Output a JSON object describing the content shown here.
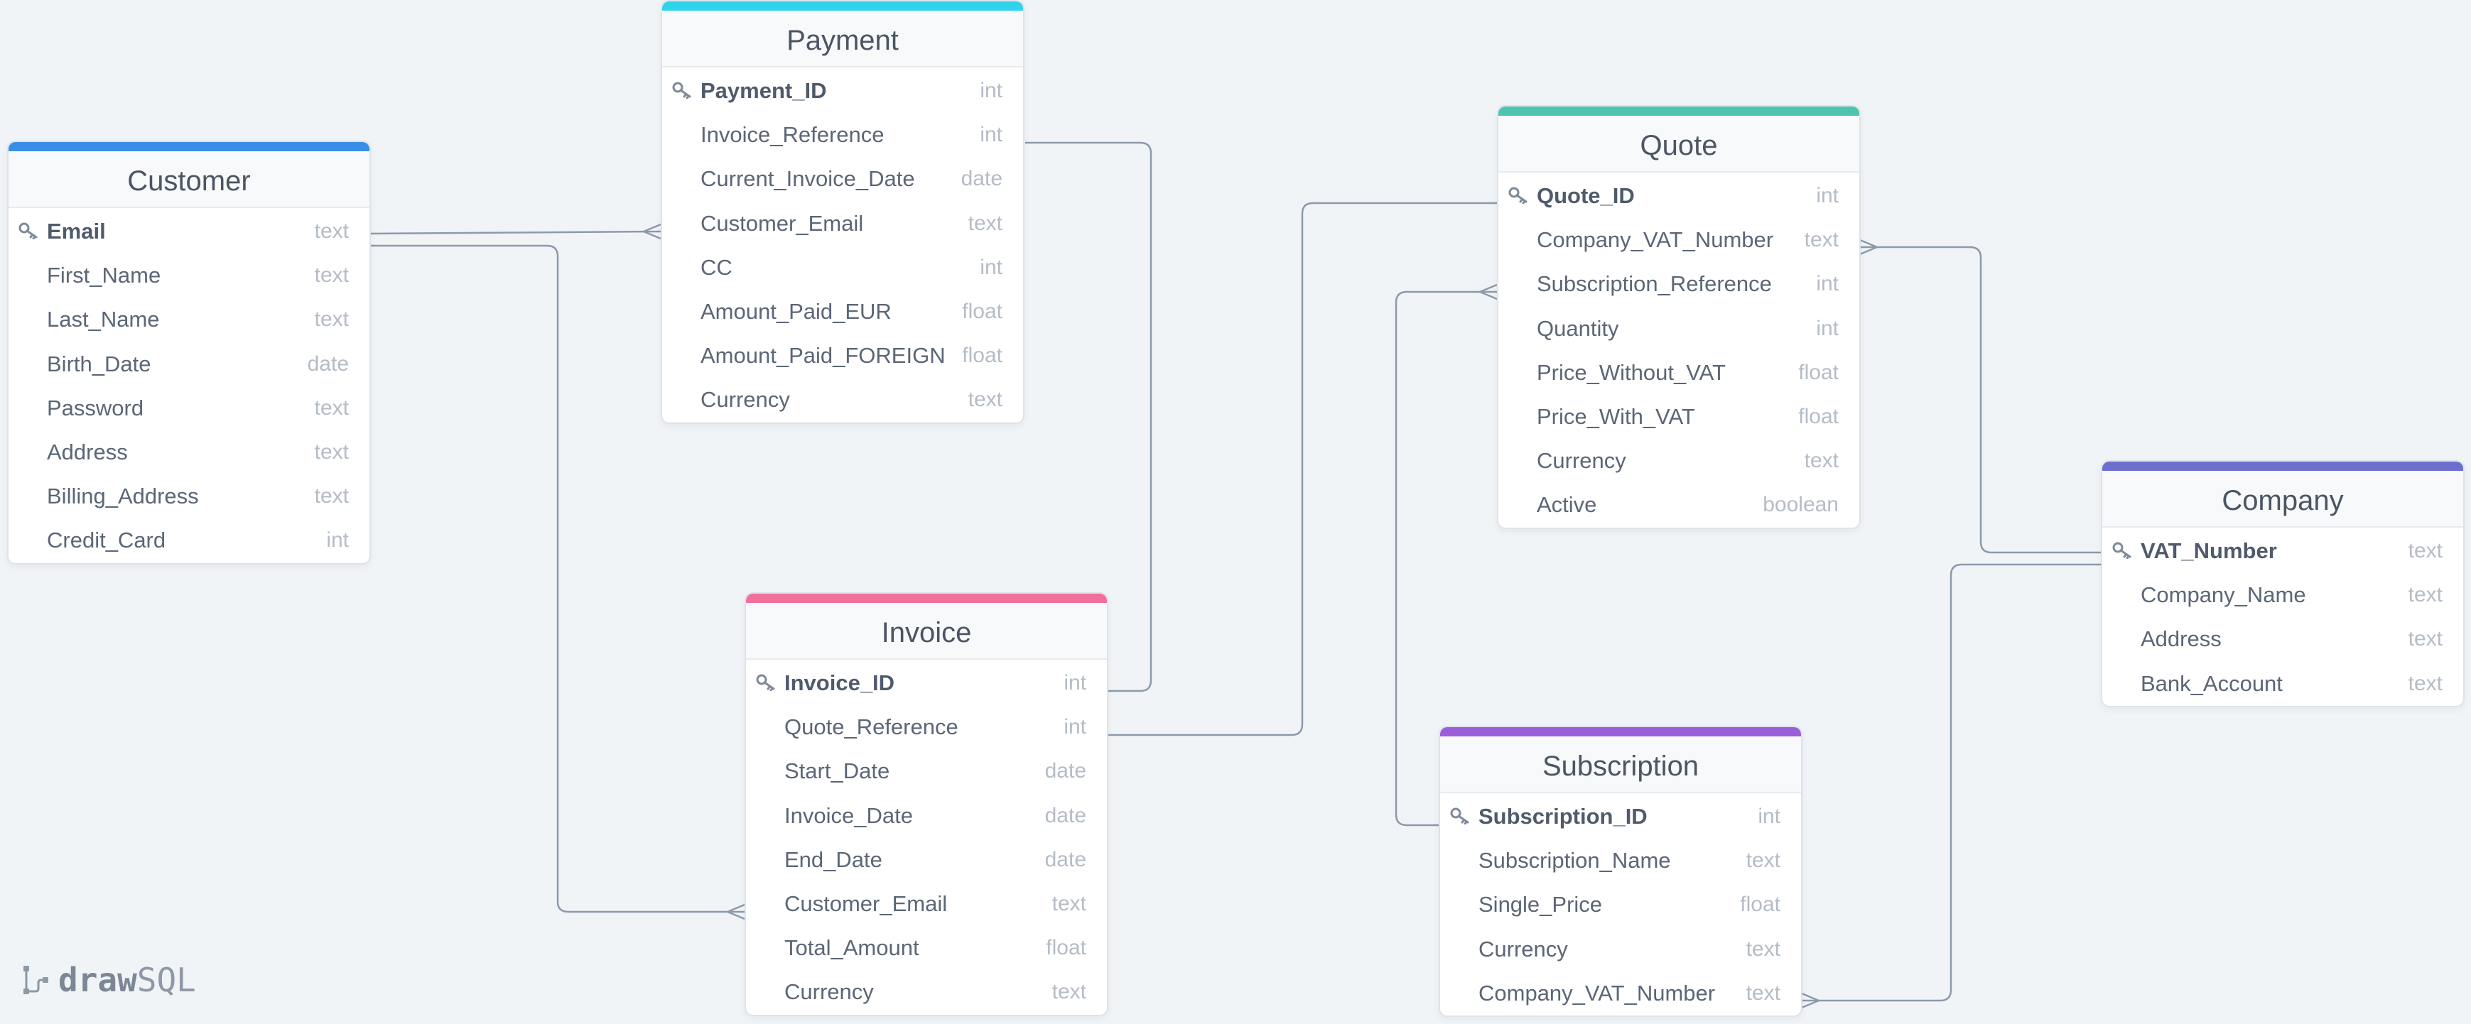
{
  "diagram": {
    "tables": {
      "payment": {
        "title": "Payment",
        "accent": "#2fd3ea",
        "columns": [
          {
            "name": "Payment_ID",
            "type": "int",
            "primary_key": true
          },
          {
            "name": "Invoice_Reference",
            "type": "int"
          },
          {
            "name": "Current_Invoice_Date",
            "type": "date"
          },
          {
            "name": "Customer_Email",
            "type": "text"
          },
          {
            "name": "CC",
            "type": "int"
          },
          {
            "name": "Amount_Paid_EUR",
            "type": "float"
          },
          {
            "name": "Amount_Paid_FOREIGN",
            "type": "float"
          },
          {
            "name": "Currency",
            "type": "text"
          }
        ]
      },
      "customer": {
        "title": "Customer",
        "accent": "#3a8ee6",
        "columns": [
          {
            "name": "Email",
            "type": "text",
            "primary_key": true
          },
          {
            "name": "First_Name",
            "type": "text"
          },
          {
            "name": "Last_Name",
            "type": "text"
          },
          {
            "name": "Birth_Date",
            "type": "date"
          },
          {
            "name": "Password",
            "type": "text"
          },
          {
            "name": "Address",
            "type": "text"
          },
          {
            "name": "Billing_Address",
            "type": "text"
          },
          {
            "name": "Credit_Card",
            "type": "int"
          }
        ]
      },
      "quote": {
        "title": "Quote",
        "accent": "#4ec3b0",
        "columns": [
          {
            "name": "Quote_ID",
            "type": "int",
            "primary_key": true
          },
          {
            "name": "Company_VAT_Number",
            "type": "text"
          },
          {
            "name": "Subscription_Reference",
            "type": "int"
          },
          {
            "name": "Quantity",
            "type": "int"
          },
          {
            "name": "Price_Without_VAT",
            "type": "float"
          },
          {
            "name": "Price_With_VAT",
            "type": "float"
          },
          {
            "name": "Currency",
            "type": "text"
          },
          {
            "name": "Active",
            "type": "boolean"
          }
        ]
      },
      "company": {
        "title": "Company",
        "accent": "#6c6fcc",
        "columns": [
          {
            "name": "VAT_Number",
            "type": "text",
            "primary_key": true
          },
          {
            "name": "Company_Name",
            "type": "text"
          },
          {
            "name": "Address",
            "type": "text"
          },
          {
            "name": "Bank_Account",
            "type": "text"
          }
        ]
      },
      "invoice": {
        "title": "Invoice",
        "accent": "#f06f9b",
        "columns": [
          {
            "name": "Invoice_ID",
            "type": "int",
            "primary_key": true
          },
          {
            "name": "Quote_Reference",
            "type": "int"
          },
          {
            "name": "Start_Date",
            "type": "date"
          },
          {
            "name": "Invoice_Date",
            "type": "date"
          },
          {
            "name": "End_Date",
            "type": "date"
          },
          {
            "name": "Customer_Email",
            "type": "text"
          },
          {
            "name": "Total_Amount",
            "type": "float"
          },
          {
            "name": "Currency",
            "type": "text"
          }
        ]
      },
      "subscription": {
        "title": "Subscription",
        "accent": "#9a5fd8",
        "columns": [
          {
            "name": "Subscription_ID",
            "type": "int",
            "primary_key": true
          },
          {
            "name": "Subscription_Name",
            "type": "text"
          },
          {
            "name": "Single_Price",
            "type": "float"
          },
          {
            "name": "Currency",
            "type": "text"
          },
          {
            "name": "Company_VAT_Number",
            "type": "text"
          }
        ]
      }
    }
  },
  "logo": {
    "bold": "draw",
    "regular": "SQL",
    "icon": "drawsql-logo-icon"
  },
  "icons": {
    "primary_key": "key-icon"
  },
  "colors": {
    "background": "#f1f4f7",
    "connector": "#8c9aab"
  }
}
